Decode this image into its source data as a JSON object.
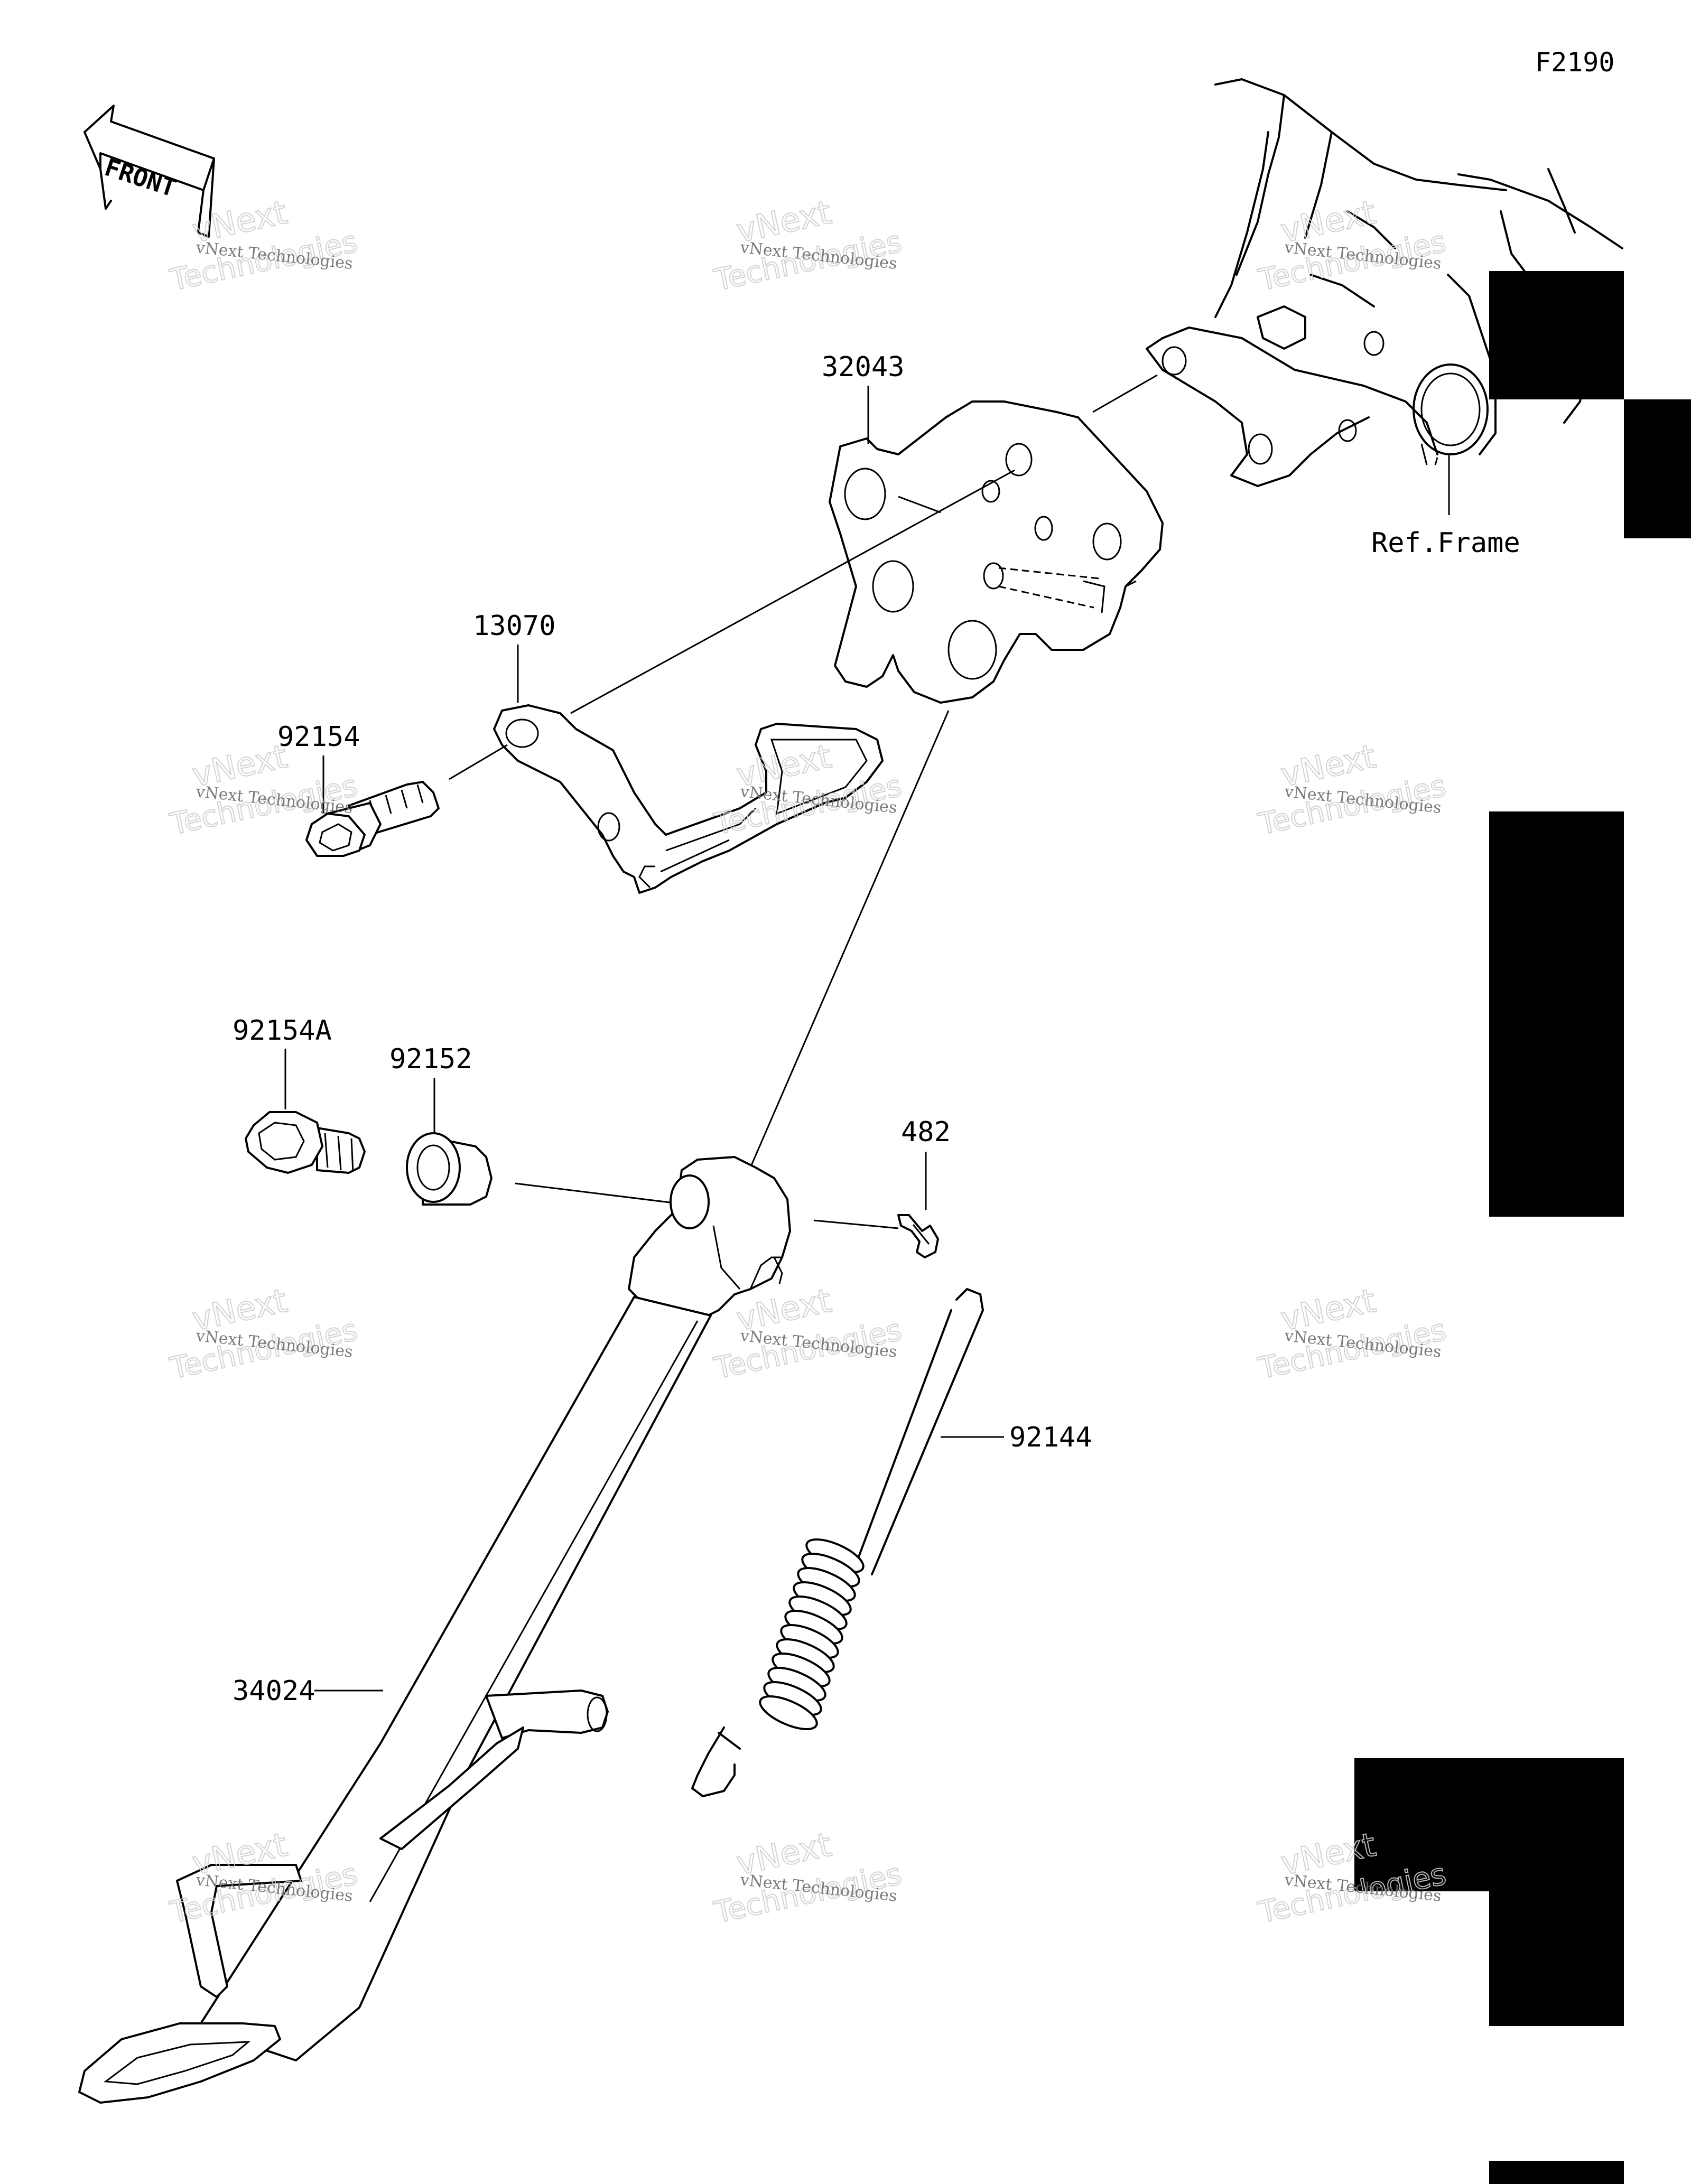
{
  "diagram": {
    "code": "F2190",
    "front_label": "FRONT",
    "ref_frame": "Ref.Frame",
    "parts": [
      {
        "id": "p32043",
        "number": "32043"
      },
      {
        "id": "p13070",
        "number": "13070"
      },
      {
        "id": "p92154",
        "number": "92154"
      },
      {
        "id": "p92154A",
        "number": "92154A"
      },
      {
        "id": "p92152",
        "number": "92152"
      },
      {
        "id": "p482",
        "number": "482"
      },
      {
        "id": "p92144",
        "number": "92144"
      },
      {
        "id": "p34024",
        "number": "34024"
      }
    ]
  },
  "watermark": {
    "line1": "vNext Technologies",
    "line2": "vNext",
    "line3": "Technologies"
  }
}
